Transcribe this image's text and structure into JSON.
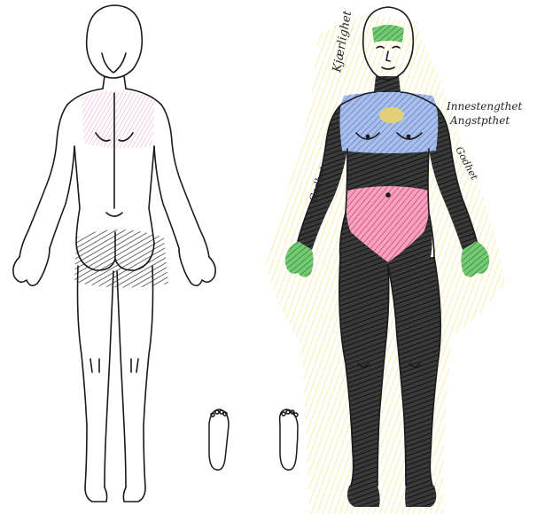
{
  "annotations": {
    "head": "Kjærlighet",
    "chest_line1": "Innestengthet",
    "chest_line2": "Angstpthet",
    "left_arm": "Godhet",
    "right_arm": "Godhet"
  },
  "colors": {
    "outline": "#1a1a1a",
    "black_fill": "#2b2b2b",
    "pink": "#e85a8a",
    "green": "#3fae3f",
    "blue": "#6a8fd8",
    "yellow": "#f3e58a",
    "yellow_glow": "#f8efb0"
  }
}
